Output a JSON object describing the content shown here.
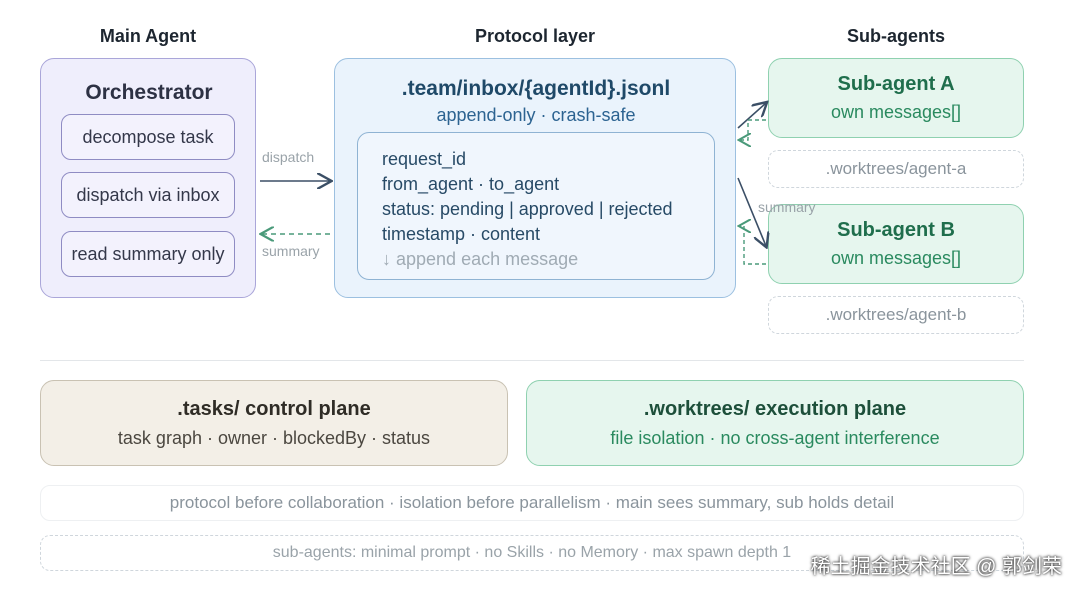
{
  "columns": {
    "main": "Main Agent",
    "protocol": "Protocol layer",
    "sub": "Sub-agents"
  },
  "orchestrator": {
    "title": "Orchestrator",
    "steps": [
      "decompose task",
      "dispatch via inbox",
      "read summary only"
    ]
  },
  "protocol": {
    "path": ".team/inbox/{agentId}.jsonl",
    "subtitle": "append-only · crash-safe",
    "fields": [
      "request_id",
      "from_agent · to_agent",
      "status: pending | approved | rejected",
      "timestamp · content"
    ],
    "note": "↓ append each message"
  },
  "arrows": {
    "dispatch": "dispatch",
    "summary": "summary",
    "sub_summary": "summary"
  },
  "subagents": [
    {
      "title": "Sub-agent A",
      "subtitle": "own messages[]",
      "worktree": ".worktrees/agent-a"
    },
    {
      "title": "Sub-agent B",
      "subtitle": "own messages[]",
      "worktree": ".worktrees/agent-b"
    }
  ],
  "planes": {
    "tasks": {
      "title": ".tasks/ control plane",
      "subtitle": "task graph · owner · blockedBy · status"
    },
    "worktrees": {
      "title": ".worktrees/ execution plane",
      "subtitle": "file isolation · no cross-agent interference"
    }
  },
  "principles": [
    "protocol before collaboration · isolation before parallelism · main sees summary, sub holds detail",
    "sub-agents: minimal prompt · no Skills · no Memory · max spawn depth 1"
  ],
  "watermark": "稀土掘金技术社区 @ 郭剑荣",
  "colors": {
    "purple": "#efeefc",
    "blue": "#eaf3fc",
    "green": "#e6f6ee",
    "beige": "#f3efe7",
    "green_text": "#1f6e4c",
    "blue_text": "#1f4968"
  }
}
